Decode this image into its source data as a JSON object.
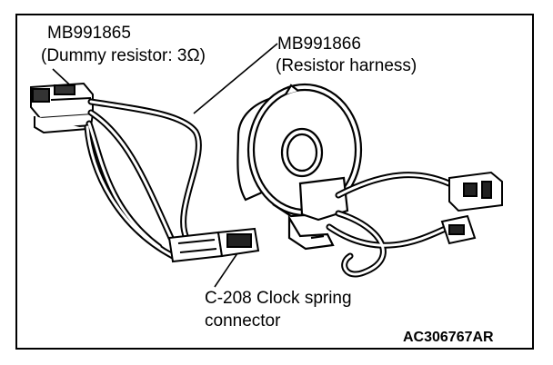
{
  "labels": {
    "dummy_resistor_part": "MB991865",
    "dummy_resistor_desc": "(Dummy resistor: 3Ω)",
    "resistor_harness_part": "MB991866",
    "resistor_harness_desc": "(Resistor harness)",
    "connector_line1": "C-208 Clock spring",
    "connector_line2": "connector",
    "figure_code": "AC306767AR"
  }
}
